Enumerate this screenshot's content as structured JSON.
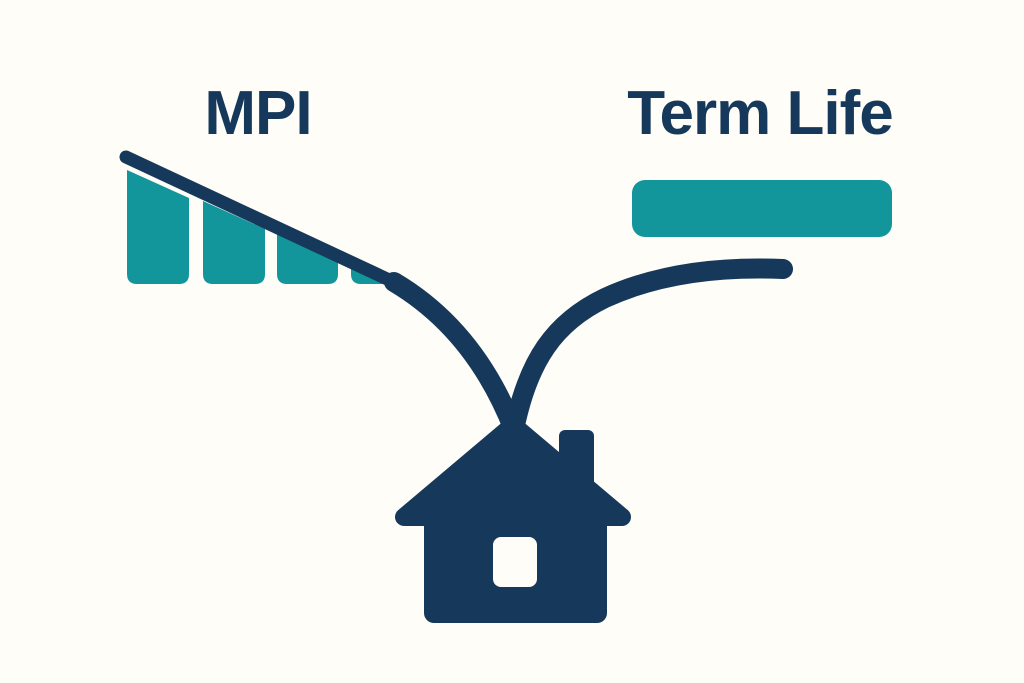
{
  "titles": {
    "left": "MPI",
    "right": "Term Life"
  },
  "colors": {
    "background": "#FFFDF7",
    "teal": "#12969C",
    "navy": "#16395B"
  },
  "diagram": {
    "type": "comparison-illustration",
    "subject_icon": "house (home / mortgage)",
    "left_panel": {
      "label": "MPI",
      "depiction": "declining stepped bars under a downward-sloping line (coverage decreases over time)",
      "bars_relative_heights": [
        1.0,
        0.74,
        0.44,
        0.15
      ]
    },
    "right_panel": {
      "label": "Term Life",
      "depiction": "single level bar (coverage stays constant over time)",
      "bars_relative_heights": [
        0.5
      ]
    },
    "connection": "two curved branches rise from the house: one to the declining MPI line, one toward the level Term Life bar"
  }
}
